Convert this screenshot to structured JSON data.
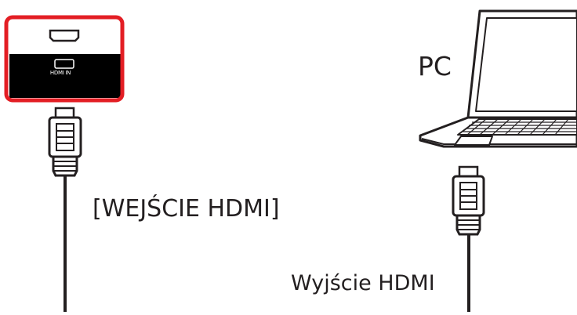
{
  "labels": {
    "pc": "PC",
    "hdmi_in": "[WEJŚCIE HDMI]",
    "hdmi_out": "Wyjście HDMI",
    "port_caption": "HDMI IN"
  },
  "colors": {
    "highlight_border": "#e31e24",
    "panel_dark": "#000000",
    "line": "#231f20",
    "background": "#ffffff"
  },
  "icons": {
    "port_panel": "hdmi-port-icon",
    "laptop": "laptop-icon",
    "connector_left": "hdmi-connector-icon",
    "connector_right": "hdmi-connector-icon"
  }
}
